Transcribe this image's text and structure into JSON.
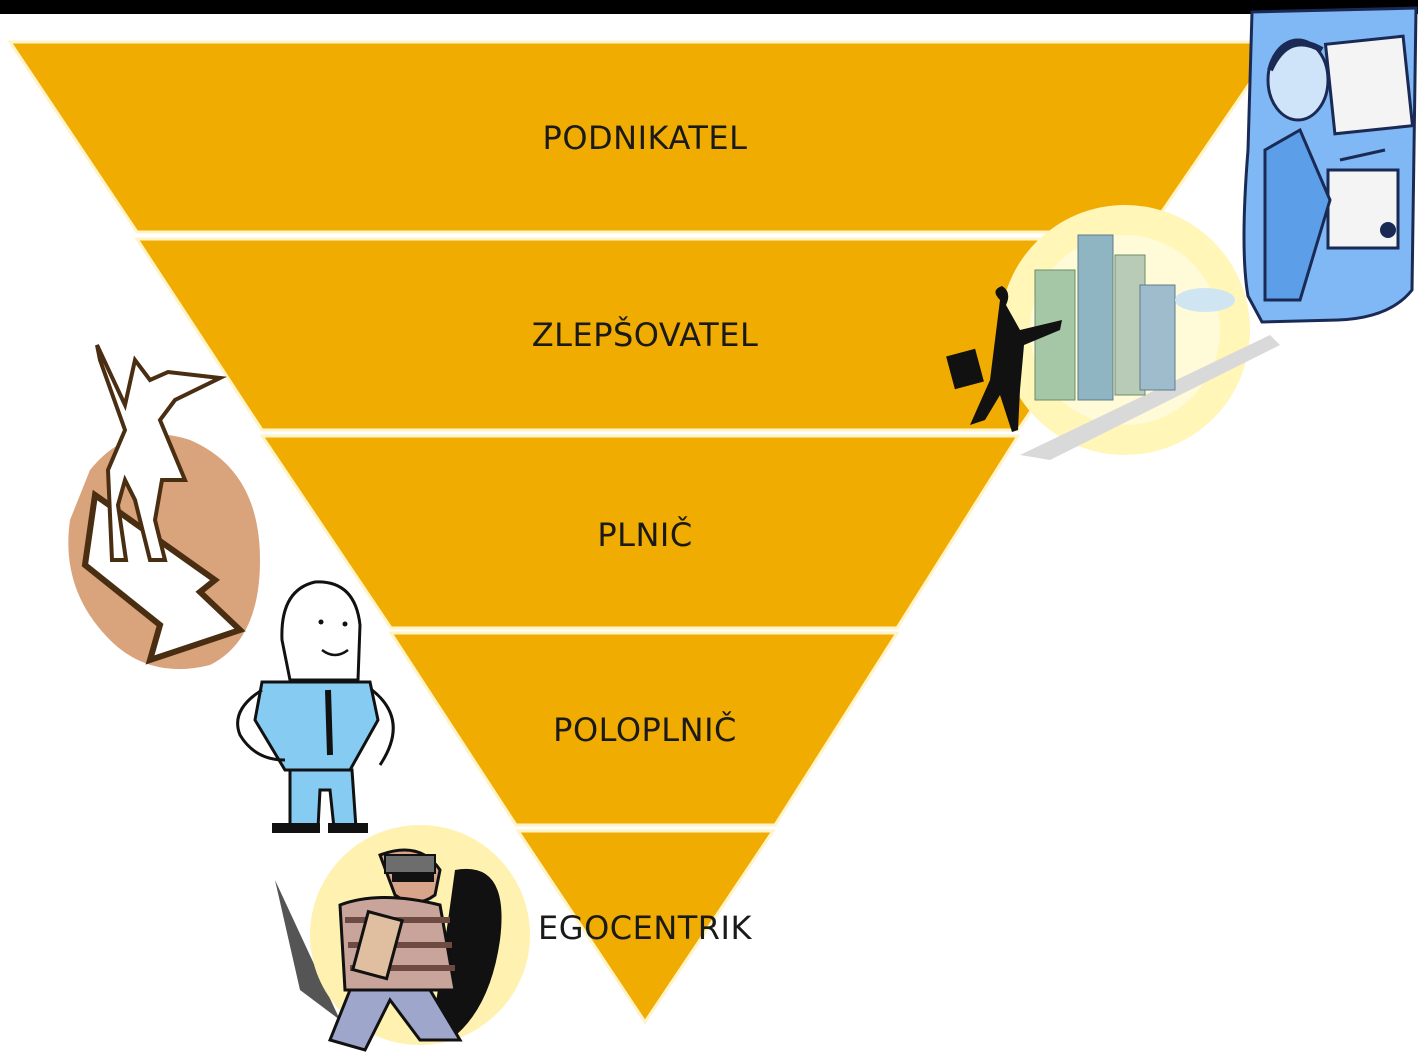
{
  "pyramid": {
    "levels": [
      {
        "label": "PODNIKATEL"
      },
      {
        "label": "ZLEPŠOVATEL"
      },
      {
        "label": "PLNIČ"
      },
      {
        "label": "POLOPLNIČ"
      },
      {
        "label": "EGOCENTRIK"
      }
    ]
  },
  "colors": {
    "fill": "#F0AC00",
    "edge": "#FFF3C8",
    "top_bar": "#000000"
  },
  "clipart": [
    {
      "name": "businessman-with-document-icon"
    },
    {
      "name": "businessman-city-icon"
    },
    {
      "name": "woman-on-arrow-icon"
    },
    {
      "name": "police-officer-icon"
    },
    {
      "name": "burglar-icon"
    }
  ]
}
